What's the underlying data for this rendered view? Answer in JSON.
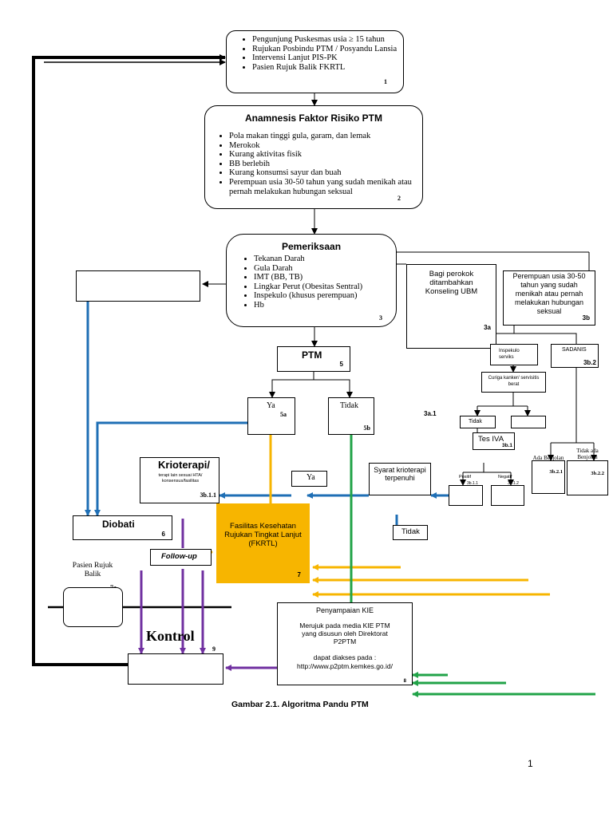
{
  "box1": {
    "items": [
      "Pengunjung Puskesmas usia ≥ 15 tahun",
      "Rujukan Posbindu PTM / Posyandu Lansia",
      "Intervensi Lanjut PIS-PK",
      "Pasien Rujuk Balik FKRTL"
    ],
    "num": "1"
  },
  "box2": {
    "title": "Anamnesis Faktor Risiko PTM",
    "items": [
      "Pola makan tinggi gula, garam, dan lemak",
      "Merokok",
      "Kurang aktivitas fisik",
      "BB berlebih",
      "Kurang konsumsi sayur dan buah",
      "Perempuan usia 30-50 tahun yang sudah menikah atau pernah melakukan hubungan seksual"
    ],
    "num": "2"
  },
  "box3": {
    "title": "Pemeriksaan",
    "items": [
      "Tekanan Darah",
      "Gula Darah",
      "IMT (BB, TB)",
      "Lingkar Perut (Obesitas Sentral)",
      "Inspekulo (khusus perempuan)",
      "Hb"
    ],
    "num": "3"
  },
  "box3a": {
    "text": "Bagi perokok ditambahkan Konseling UBM",
    "num": "3a"
  },
  "box3b": {
    "text": "Perempuan usia 30-50 tahun yang sudah menikah atau pernah melakukan hubungan seksual",
    "num": "3b"
  },
  "inspekulo": {
    "text": "Inspekulo serviks"
  },
  "sadanis": {
    "text": "SADANIS",
    "num": "3b.2"
  },
  "curiga": {
    "text": "Curiga kanker/ servisitis berat"
  },
  "ptm": {
    "text": "PTM",
    "num": "5"
  },
  "ya5a": {
    "text": "Ya",
    "num": "5a"
  },
  "tidak5b": {
    "text": "Tidak",
    "num": "5b"
  },
  "label_3a1": "3a.1",
  "tidak_small": "Tidak",
  "ya_small": "Ya",
  "tes_iva": {
    "text": "Tes IVA",
    "num": "3b.1"
  },
  "ada_benjolan": {
    "text": "Ada Benjolan",
    "num": "3b.2.1"
  },
  "tidak_ada_benjolan": {
    "text": "Tidak ada Benjolan",
    "num": "3b.2.2"
  },
  "positif": {
    "text": "Positif",
    "num": "3b.1.1"
  },
  "negatif": {
    "text": "Negatif",
    "num": "3b.1.2"
  },
  "syarat": {
    "text": "Syarat krioterapi terpenuhi"
  },
  "ya_kriot": "Ya",
  "tidak_syarat": "Tidak",
  "krioterapi": {
    "title": "Krioterapi/",
    "sub": "terapi lain sesuai HTA/ konsensus/fasilitas",
    "num": "3b.1.1"
  },
  "diobati": {
    "text": "Diobati",
    "num": "6"
  },
  "fkrtl": {
    "text": "Fasilitas Kesehatan Rujukan Tingkat Lanjut (FKRTL)",
    "num": "7"
  },
  "followup": "Follow-up",
  "pasien_rujuk": {
    "text": "Pasien Rujuk Balik",
    "num": "7a"
  },
  "kie": {
    "title": "Penyampaian KIE",
    "body": "Merujuk pada media KIE PTM yang disusun oleh Direktorat P2PTM",
    "access": "dapat diakses pada :",
    "url": "http://www.p2ptm.kemkes.go.id/",
    "num": "8"
  },
  "kontrol": {
    "text": "Kontrol",
    "num": "9"
  },
  "caption": "Gambar 2.1. Algoritma Pandu PTM",
  "page_number": "1",
  "colors": {
    "blue": "#1f6fb5",
    "yellow": "#f7b500",
    "green": "#21a348",
    "purple": "#7030a0",
    "black": "#000000"
  }
}
